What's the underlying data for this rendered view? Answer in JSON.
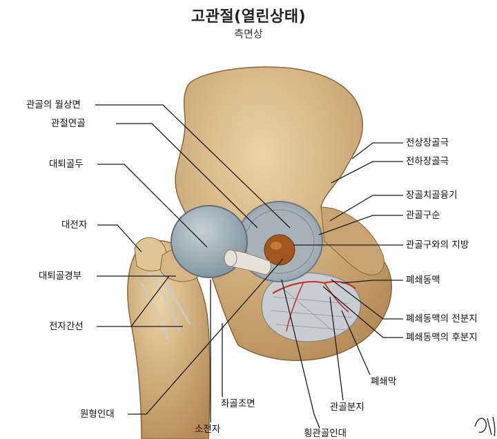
{
  "title": "고관절(열린상태)",
  "subtitle": "측면상",
  "labels": {
    "lunate_surface": "관골의 월상면",
    "articular_cartilage": "관절연골",
    "femoral_head": "대퇴골두",
    "greater_trochanter": "대전자",
    "femoral_neck": "대퇴골경부",
    "intertrochanteric_line": "전자간선",
    "round_ligament": "원형인대",
    "lesser_trochanter": "소전자",
    "ischial_tuberosity": "좌골조면",
    "transverse_ligament": "횡관골인대",
    "acetabular_notch": "관골분지",
    "obturator_membrane": "폐쇄막",
    "asis": "전상장골극",
    "aiis": "전하장골극",
    "iliopubic_eminence": "장골치골융기",
    "acetabular_labrum": "관골구순",
    "acetabular_fossa_fat": "관골구와의 지방",
    "obturator_artery": "폐쇄동맥",
    "obturator_artery_anterior": "폐쇄동맥의 전분지",
    "obturator_artery_posterior": "폐쇄동맥의 후분지"
  },
  "colors": {
    "bone": "#d9b98a",
    "bone_shadow": "#a9804d",
    "cartilage": "#9fb1bc",
    "fat": "#a0561e",
    "artery": "#c0392b",
    "membrane": "#c9cdd2"
  }
}
